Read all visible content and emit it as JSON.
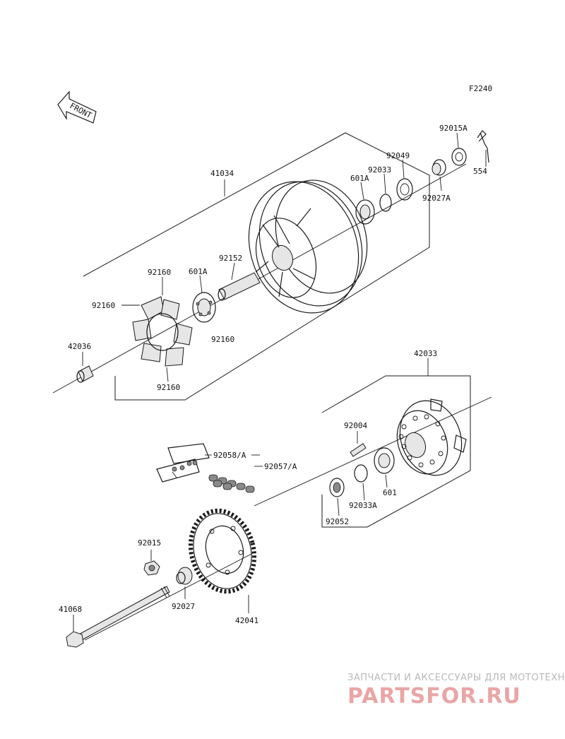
{
  "diagram_code": "F2240",
  "front_label": "FRONT",
  "parts": {
    "p41034": "41034",
    "p92015A": "92015A",
    "p554": "554",
    "p92049": "92049",
    "p92033": "92033",
    "p601A_top": "601A",
    "p92027A": "92027A",
    "p92152": "92152",
    "p92160_a": "92160",
    "p601A_mid": "601A",
    "p92160_b": "92160",
    "p92160_c": "92160",
    "p42036": "42036",
    "p92160_d": "92160",
    "p42033": "42033",
    "p92004": "92004",
    "p92058A": "92058/A",
    "p92057A": "92057/A",
    "p601": "601",
    "p92033A": "92033A",
    "p92052": "92052",
    "p92015": "92015",
    "p92027": "92027",
    "p41068": "41068",
    "p42041": "42041"
  },
  "watermark": {
    "tagline": "ЗАПЧАСТИ И АКСЕССУАРЫ ДЛЯ МОТОТЕХНИКИ",
    "brand": "PARTSFOR.RU"
  }
}
